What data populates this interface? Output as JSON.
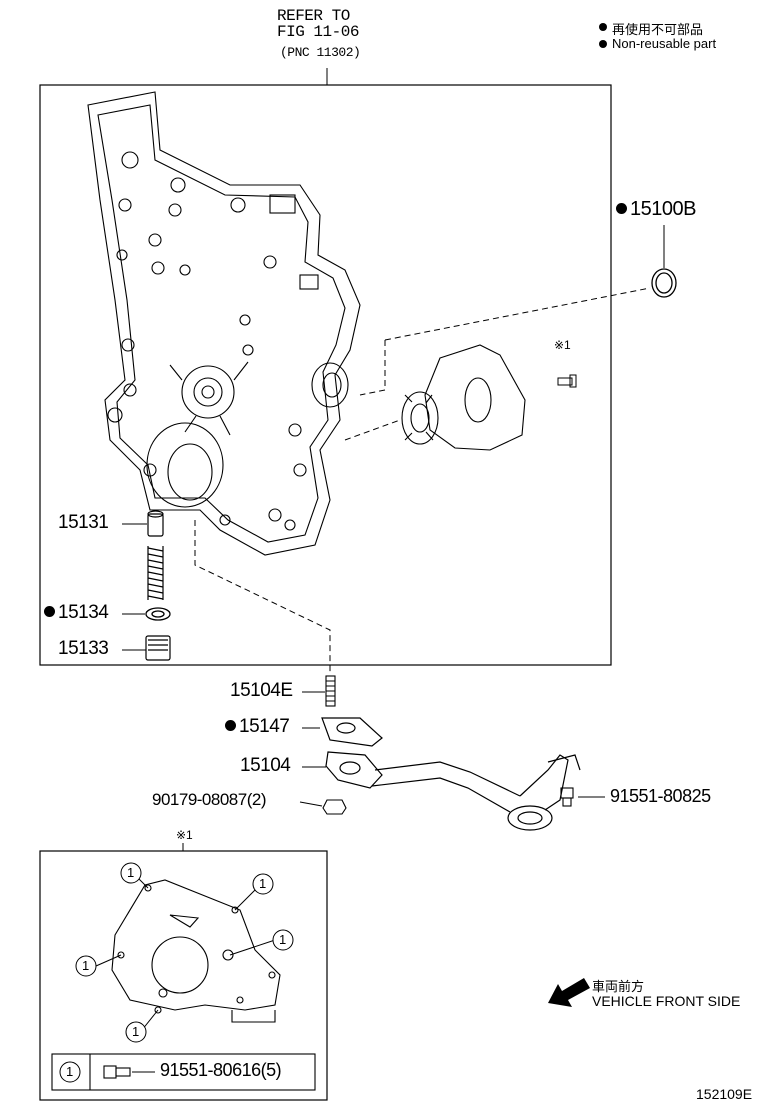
{
  "header": {
    "refer_line1": "REFER TO",
    "refer_line2": "FIG 11-06",
    "refer_line3": "(PNC 11302)"
  },
  "legend": {
    "jp": "再使用不可部品",
    "en": "Non-reusable part"
  },
  "callouts": {
    "p15100B": "15100B",
    "p15131": "15131",
    "p15134": "15134",
    "p15133": "15133",
    "p15104E": "15104E",
    "p15147": "15147",
    "p15104": "15104",
    "p90179": "90179-08087(2)",
    "p91551a": "91551-80825",
    "note1_top": "※1",
    "note1_box": "※1"
  },
  "inset": {
    "ref_mark": "1",
    "bolt_label": "91551-80616(5)"
  },
  "direction": {
    "jp": "車両前方",
    "en": "VEHICLE FRONT SIDE"
  },
  "footer": {
    "code": "152109E"
  }
}
